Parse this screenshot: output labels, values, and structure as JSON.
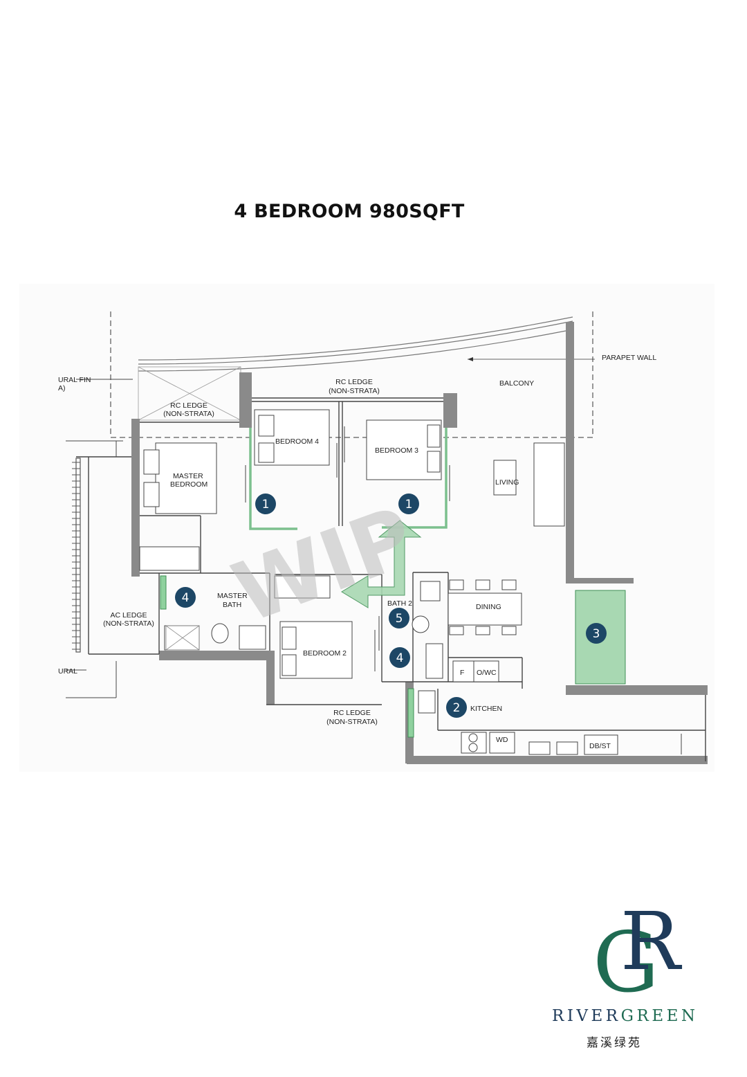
{
  "title": "4 BEDROOM 980SQFT",
  "watermark": "WIP",
  "rooms": {
    "balcony": "BALCONY",
    "living": "LIVING",
    "dining": "DINING",
    "kitchen": "KITCHEN",
    "master_bedroom": [
      "MASTER",
      "BEDROOM"
    ],
    "master_bath": [
      "MASTER",
      "BATH"
    ],
    "bedroom2": "BEDROOM 2",
    "bedroom3": "BEDROOM 3",
    "bedroom4": "BEDROOM 4",
    "bath2": "BATH 2",
    "f": "F",
    "owc": "O/WC",
    "wd": "WD",
    "dbst": "DB/ST"
  },
  "annotations": {
    "parapet_wall": "PARAPET WALL",
    "rc_ledge_top": [
      "RC LEDGE",
      "(NON-STRATA)"
    ],
    "rc_ledge_left": [
      "RC LEDGE",
      "(NON-STRATA)"
    ],
    "rc_ledge_bottom": [
      "RC LEDGE",
      "(NON-STRATA)"
    ],
    "ac_ledge": [
      "AC LEDGE",
      "(NON-STRATA)"
    ],
    "fin_top": [
      "URAL FIN",
      "A)"
    ],
    "fin_bottom": "URAL"
  },
  "markers": [
    "1",
    "1",
    "2",
    "3",
    "4",
    "4",
    "5"
  ],
  "colors": {
    "marker_fill": "#1d4766",
    "wall": "#8a8a8a",
    "green": "#8fd19e",
    "green_dark": "#3f8f55",
    "arrow": "#a8d8b2",
    "brand_blue": "#1f3b5a",
    "brand_green": "#1f6b52"
  },
  "logo": {
    "monogram_r": "R",
    "monogram_g": "G",
    "name_a": "RIVER",
    "name_b": "GREEN",
    "chinese": "嘉溪绿苑"
  }
}
